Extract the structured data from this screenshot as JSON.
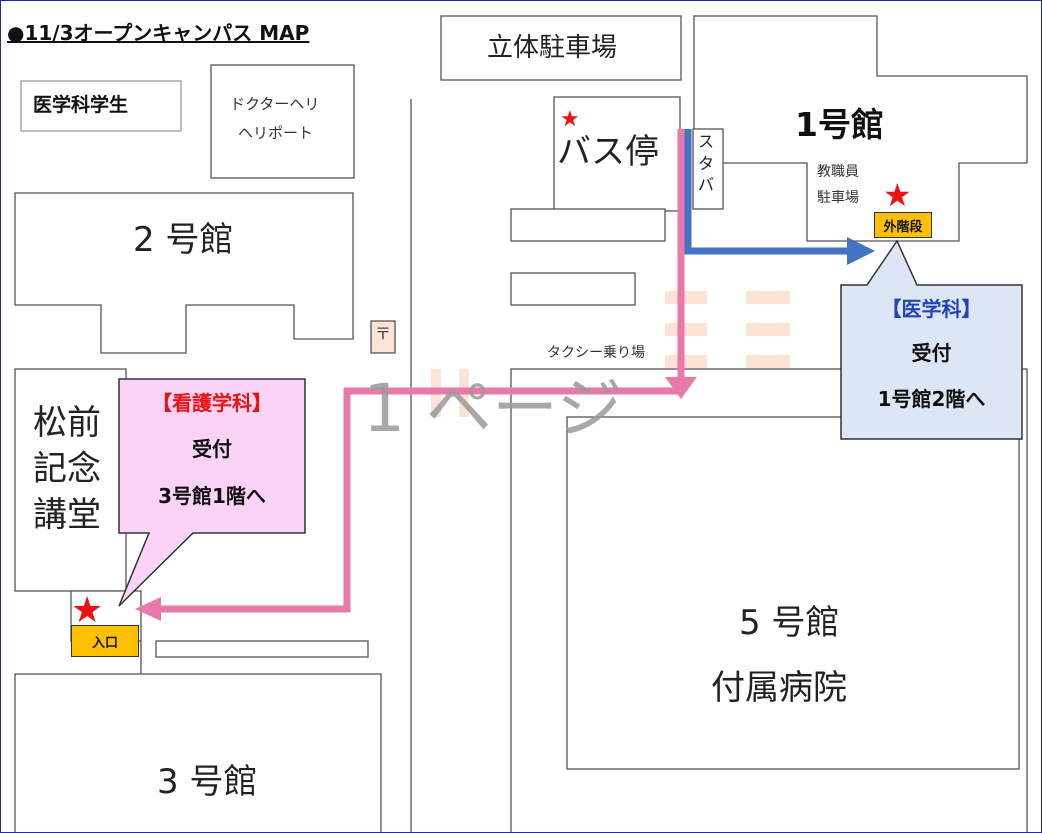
{
  "map": {
    "title": "●11/3オープンキャンパス MAP",
    "legend_label": "医学科学生",
    "watermark": "1 ページ",
    "colors": {
      "border": "#1c2fa0",
      "nursing_route": "#e879aa",
      "medicine_route": "#4472c4",
      "nursing_callout_fill": "#fbd3f6",
      "medicine_callout_fill": "#dce6f4",
      "entrance_tag": "#ffc000",
      "star": "#ee1111",
      "nursing_heading_color": "#ee1111",
      "medicine_heading_color": "#2244bb"
    }
  },
  "places": {
    "parking_garage": "立体駐車場",
    "building1": "1号館",
    "heliport_line1": "ドクターヘリ",
    "heliport_line2": "ヘリポート",
    "bus_stop": "バス停",
    "starbucks": [
      "ス",
      "タ",
      "バ"
    ],
    "staff_parking_line1": "教職員",
    "staff_parking_line2": "駐車場",
    "building2": "2 号館",
    "post_office_icon": "〒",
    "taxi_stand": "タクシー乗り場",
    "memorial_hall": [
      "松前",
      "記念",
      "講堂"
    ],
    "building5_line1": "5 号館",
    "building5_line2": "付属病院",
    "building3": "3 号館"
  },
  "markers": {
    "entrance": "入口",
    "outside_stairs": "外階段",
    "star_symbol": "★"
  },
  "callouts": {
    "nursing": {
      "heading": "【看護学科】",
      "line1": "受付",
      "line2": "3号館1階へ"
    },
    "medicine": {
      "heading": "【医学科】",
      "line1": "受付",
      "line2": "1号館2階へ"
    }
  }
}
